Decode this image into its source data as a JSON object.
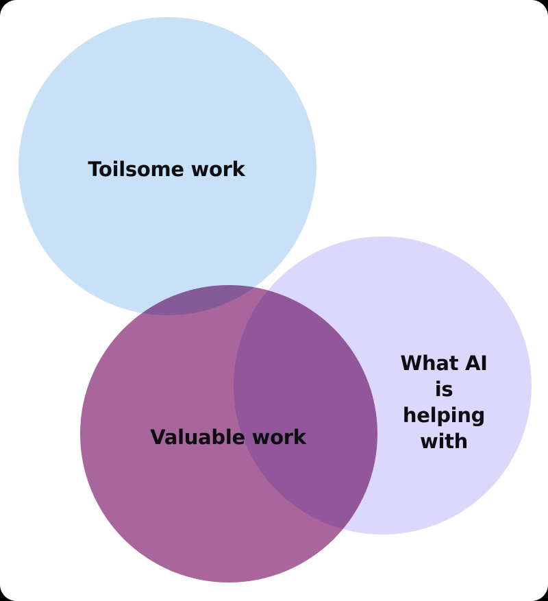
{
  "diagram": {
    "type": "venn",
    "circles": [
      {
        "id": "toilsome",
        "label": "Toilsome work",
        "color": "#c8e1f7"
      },
      {
        "id": "ai",
        "label": "What AI is\nhelping with",
        "color": "#dcd8fc"
      },
      {
        "id": "valuable",
        "label": "Valuable work",
        "color": "#a8669c"
      }
    ],
    "overlap_colors": {
      "toilsome_valuable": "#865b9b",
      "valuable_ai": "#8f549d"
    },
    "background": "#ffffff"
  }
}
